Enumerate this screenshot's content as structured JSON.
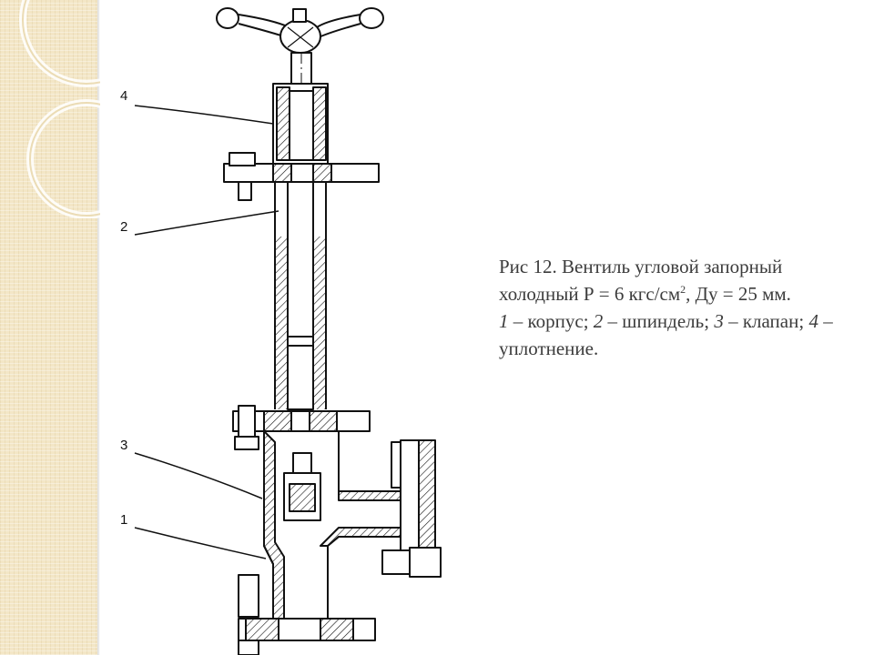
{
  "caption": {
    "title": "Рис 12. Вентиль угловой запорный холодный Р = 6 кгс/см",
    "title_sup": "2",
    "title_tail": ", Ду = 25 мм.",
    "legend": [
      {
        "num": "1",
        "text": " – корпус; "
      },
      {
        "num": "2",
        "text": " – шпиндель; "
      },
      {
        "num": "3",
        "text": " – клапан; "
      },
      {
        "num": "4",
        "text": " – уплотнение."
      }
    ]
  },
  "diagram": {
    "labels": [
      "4",
      "2",
      "3",
      "1"
    ]
  },
  "colors": {
    "panel": "#f3e6c6",
    "ink": "#111111",
    "caption_text": "#3c3c3c"
  }
}
